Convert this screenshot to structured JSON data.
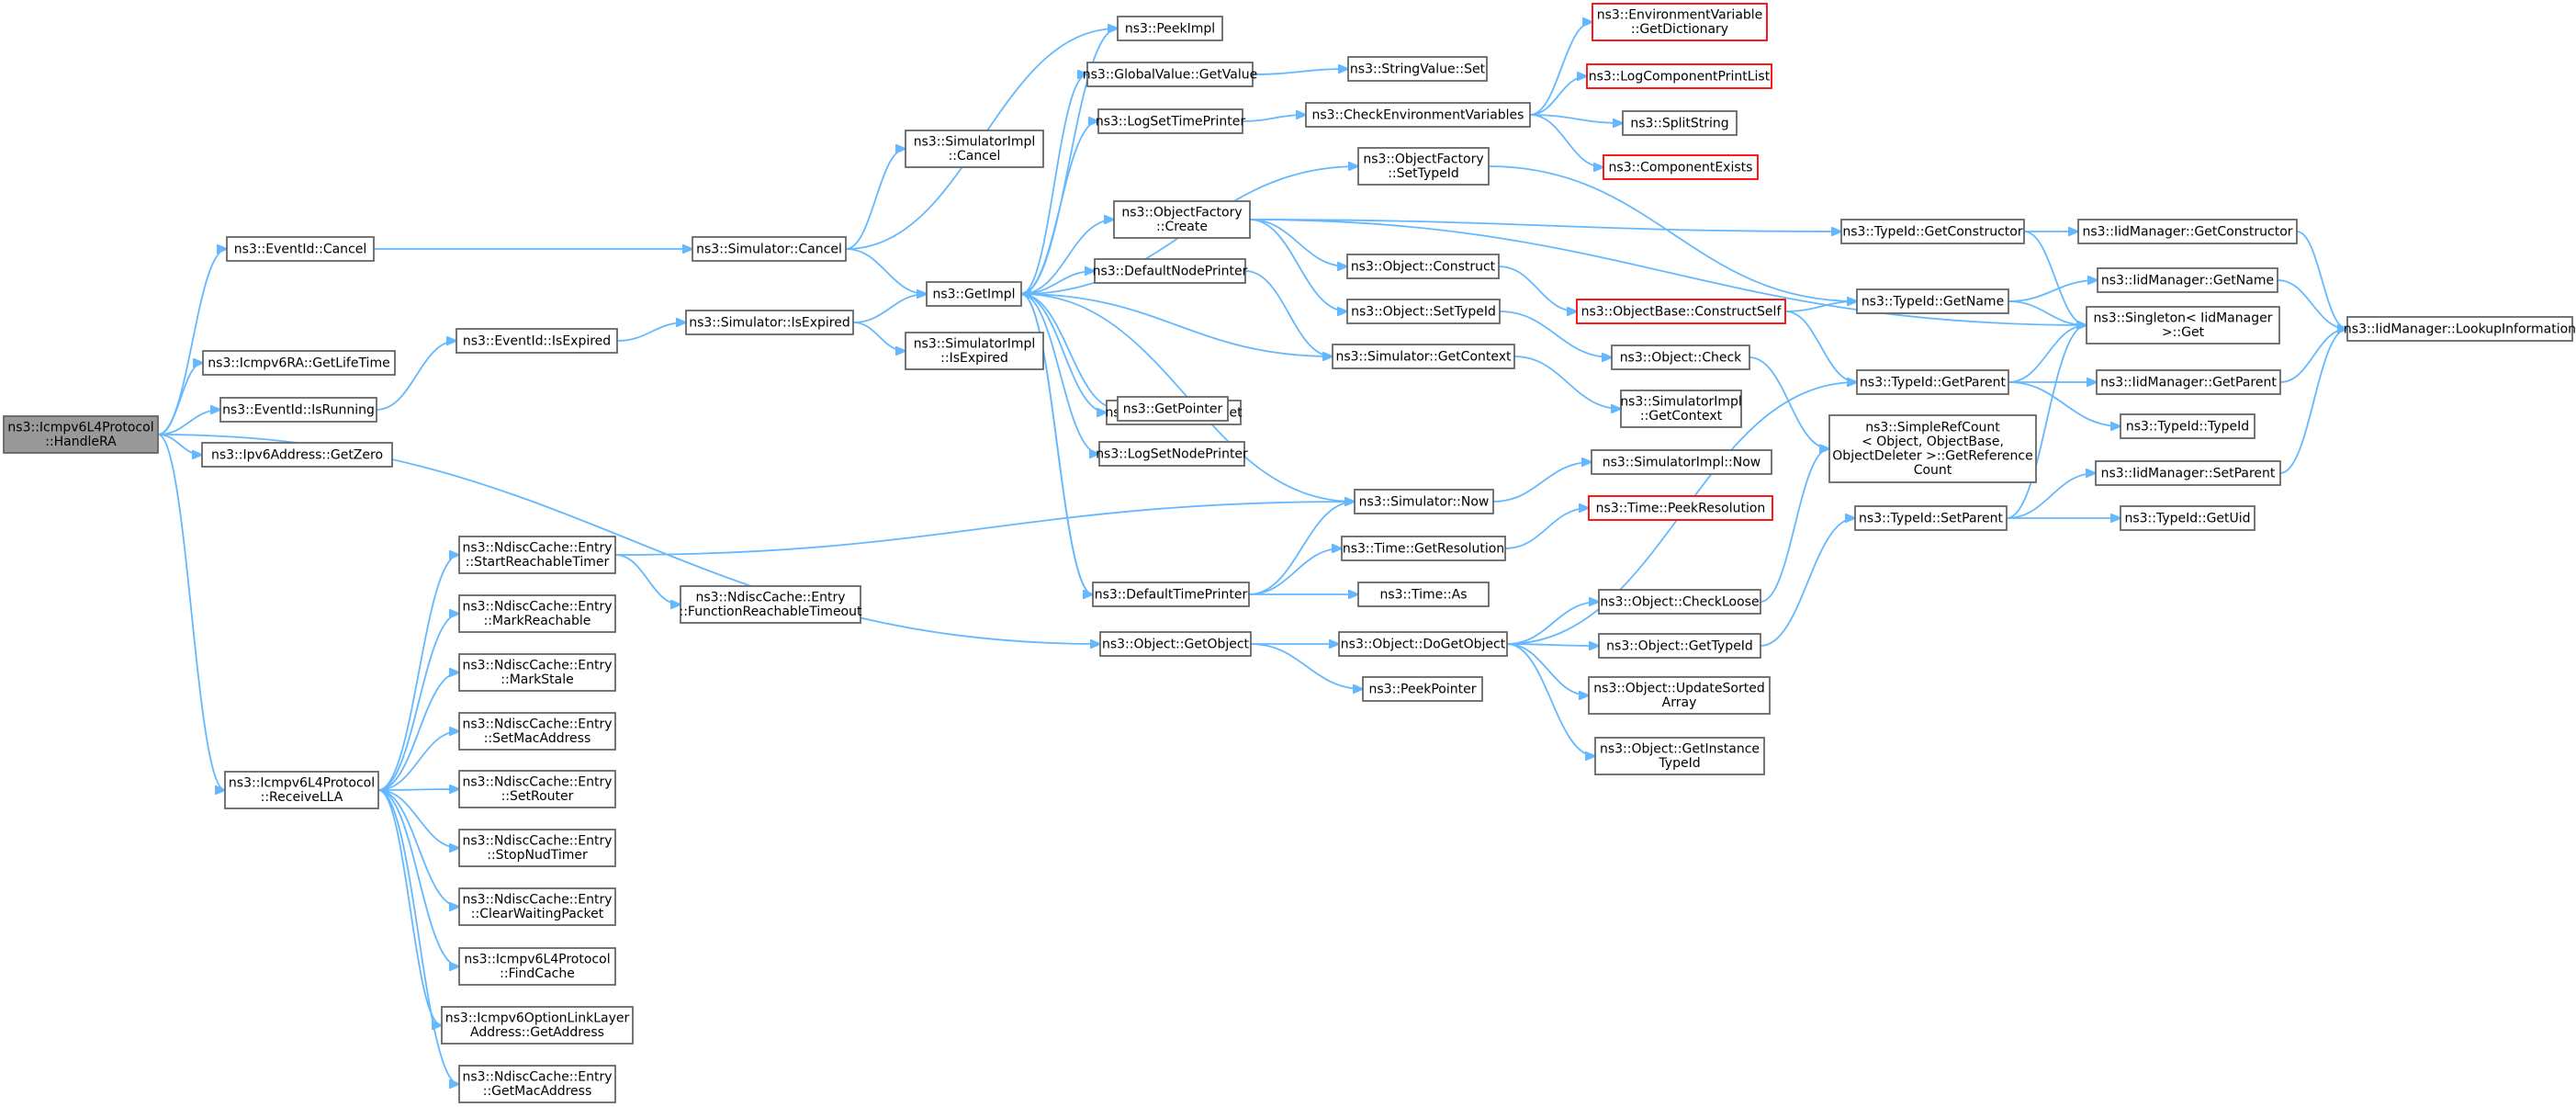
{
  "graph": {
    "edge_color": "#63b8ff",
    "root_fill": "#999999",
    "red_border": "#ff0000",
    "nodes": [
      {
        "id": "handle_ra",
        "lines": [
          "ns3::Icmpv6L4Protocol",
          "::HandleRA"
        ],
        "style": "root"
      },
      {
        "id": "eventid_cancel",
        "lines": [
          "ns3::EventId::Cancel"
        ],
        "style": "normal"
      },
      {
        "id": "ra_getlifetime",
        "lines": [
          "ns3::Icmpv6RA::GetLifeTime"
        ],
        "style": "normal"
      },
      {
        "id": "eventid_isrunning",
        "lines": [
          "ns3::EventId::IsRunning"
        ],
        "style": "normal"
      },
      {
        "id": "ipv6_getzero",
        "lines": [
          "ns3::Ipv6Address::GetZero"
        ],
        "style": "normal"
      },
      {
        "id": "receive_lla",
        "lines": [
          "ns3::Icmpv6L4Protocol",
          "::ReceiveLLA"
        ],
        "style": "normal"
      },
      {
        "id": "eventid_isexpired",
        "lines": [
          "ns3::EventId::IsExpired"
        ],
        "style": "normal"
      },
      {
        "id": "start_reachable",
        "lines": [
          "ns3::NdiscCache::Entry",
          "::StartReachableTimer"
        ],
        "style": "normal"
      },
      {
        "id": "mark_reachable",
        "lines": [
          "ns3::NdiscCache::Entry",
          "::MarkReachable"
        ],
        "style": "normal"
      },
      {
        "id": "mark_stale",
        "lines": [
          "ns3::NdiscCache::Entry",
          "::MarkStale"
        ],
        "style": "normal"
      },
      {
        "id": "set_mac",
        "lines": [
          "ns3::NdiscCache::Entry",
          "::SetMacAddress"
        ],
        "style": "normal"
      },
      {
        "id": "set_router",
        "lines": [
          "ns3::NdiscCache::Entry",
          "::SetRouter"
        ],
        "style": "normal"
      },
      {
        "id": "stop_nud",
        "lines": [
          "ns3::NdiscCache::Entry",
          "::StopNudTimer"
        ],
        "style": "normal"
      },
      {
        "id": "clear_waiting",
        "lines": [
          "ns3::NdiscCache::Entry",
          "::ClearWaitingPacket"
        ],
        "style": "normal"
      },
      {
        "id": "find_cache",
        "lines": [
          "ns3::Icmpv6L4Protocol",
          "::FindCache"
        ],
        "style": "normal"
      },
      {
        "id": "option_getaddress",
        "lines": [
          "ns3::Icmpv6OptionLinkLayer",
          "Address::GetAddress"
        ],
        "style": "normal"
      },
      {
        "id": "get_mac",
        "lines": [
          "ns3::NdiscCache::Entry",
          "::GetMacAddress"
        ],
        "style": "normal"
      },
      {
        "id": "sim_cancel",
        "lines": [
          "ns3::Simulator::Cancel"
        ],
        "style": "normal"
      },
      {
        "id": "sim_isexpired",
        "lines": [
          "ns3::Simulator::IsExpired"
        ],
        "style": "normal"
      },
      {
        "id": "reachable_timeout",
        "lines": [
          "ns3::NdiscCache::Entry",
          "::FunctionReachableTimeout"
        ],
        "style": "normal"
      },
      {
        "id": "simimpl_cancel",
        "lines": [
          "ns3::SimulatorImpl",
          "::Cancel"
        ],
        "style": "normal"
      },
      {
        "id": "get_impl",
        "lines": [
          "ns3::GetImpl"
        ],
        "style": "normal"
      },
      {
        "id": "simimpl_isexpired",
        "lines": [
          "ns3::SimulatorImpl",
          "::IsExpired"
        ],
        "style": "normal"
      },
      {
        "id": "peek_impl",
        "lines": [
          "ns3::PeekImpl"
        ],
        "style": "normal"
      },
      {
        "id": "gv_getvalue",
        "lines": [
          "ns3::GlobalValue::GetValue"
        ],
        "style": "normal"
      },
      {
        "id": "log_set_time",
        "lines": [
          "ns3::LogSetTimePrinter"
        ],
        "style": "normal"
      },
      {
        "id": "objfactory_create",
        "lines": [
          "ns3::ObjectFactory",
          "::Create"
        ],
        "style": "normal"
      },
      {
        "id": "default_node_printer",
        "lines": [
          "ns3::DefaultNodePrinter"
        ],
        "style": "normal"
      },
      {
        "id": "stringvalue_get",
        "lines": [
          "ns3::StringValue::Get"
        ],
        "style": "normal"
      },
      {
        "id": "get_pointer",
        "lines": [
          "ns3::GetPointer"
        ],
        "style": "normal"
      },
      {
        "id": "log_set_node",
        "lines": [
          "ns3::LogSetNodePrinter"
        ],
        "style": "normal"
      },
      {
        "id": "default_time_printer",
        "lines": [
          "ns3::DefaultTimePrinter"
        ],
        "style": "normal"
      },
      {
        "id": "object_getobject",
        "lines": [
          "ns3::Object::GetObject"
        ],
        "style": "normal"
      },
      {
        "id": "stringvalue_set",
        "lines": [
          "ns3::StringValue::Set"
        ],
        "style": "normal"
      },
      {
        "id": "check_env",
        "lines": [
          "ns3::CheckEnvironmentVariables"
        ],
        "style": "normal"
      },
      {
        "id": "objfactory_settypeid",
        "lines": [
          "ns3::ObjectFactory",
          "::SetTypeId"
        ],
        "style": "normal"
      },
      {
        "id": "object_construct",
        "lines": [
          "ns3::Object::Construct"
        ],
        "style": "normal"
      },
      {
        "id": "object_settypeid",
        "lines": [
          "ns3::Object::SetTypeId"
        ],
        "style": "normal"
      },
      {
        "id": "sim_getcontext",
        "lines": [
          "ns3::Simulator::GetContext"
        ],
        "style": "normal"
      },
      {
        "id": "sim_now",
        "lines": [
          "ns3::Simulator::Now"
        ],
        "style": "normal"
      },
      {
        "id": "time_getres",
        "lines": [
          "ns3::Time::GetResolution"
        ],
        "style": "normal"
      },
      {
        "id": "time_as",
        "lines": [
          "ns3::Time::As"
        ],
        "style": "normal"
      },
      {
        "id": "object_dogetobject",
        "lines": [
          "ns3::Object::DoGetObject"
        ],
        "style": "normal"
      },
      {
        "id": "peek_pointer",
        "lines": [
          "ns3::PeekPointer"
        ],
        "style": "normal"
      },
      {
        "id": "env_getdict",
        "lines": [
          "ns3::EnvironmentVariable",
          "::GetDictionary"
        ],
        "style": "red"
      },
      {
        "id": "logcomp_printlist",
        "lines": [
          "ns3::LogComponentPrintList"
        ],
        "style": "red"
      },
      {
        "id": "split_string",
        "lines": [
          "ns3::SplitString"
        ],
        "style": "normal"
      },
      {
        "id": "component_exists",
        "lines": [
          "ns3::ComponentExists"
        ],
        "style": "red"
      },
      {
        "id": "objectbase_constructself",
        "lines": [
          "ns3::ObjectBase::ConstructSelf"
        ],
        "style": "red"
      },
      {
        "id": "object_check",
        "lines": [
          "ns3::Object::Check"
        ],
        "style": "normal"
      },
      {
        "id": "simimpl_getcontext",
        "lines": [
          "ns3::SimulatorImpl",
          "::GetContext"
        ],
        "style": "normal"
      },
      {
        "id": "simimpl_now",
        "lines": [
          "ns3::SimulatorImpl::Now"
        ],
        "style": "normal"
      },
      {
        "id": "time_peekres",
        "lines": [
          "ns3::Time::PeekResolution"
        ],
        "style": "red"
      },
      {
        "id": "object_checkloose",
        "lines": [
          "ns3::Object::CheckLoose"
        ],
        "style": "normal"
      },
      {
        "id": "object_gettypeid",
        "lines": [
          "ns3::Object::GetTypeId"
        ],
        "style": "normal"
      },
      {
        "id": "object_updatesorted",
        "lines": [
          "ns3::Object::UpdateSorted",
          "Array"
        ],
        "style": "normal"
      },
      {
        "id": "object_getinstance",
        "lines": [
          "ns3::Object::GetInstance",
          "TypeId"
        ],
        "style": "normal"
      },
      {
        "id": "typeid_getconstructor",
        "lines": [
          "ns3::TypeId::GetConstructor"
        ],
        "style": "normal"
      },
      {
        "id": "typeid_getname",
        "lines": [
          "ns3::TypeId::GetName"
        ],
        "style": "normal"
      },
      {
        "id": "typeid_getparent",
        "lines": [
          "ns3::TypeId::GetParent"
        ],
        "style": "normal"
      },
      {
        "id": "simplerefcount",
        "lines": [
          "ns3::SimpleRefCount",
          "< Object, ObjectBase,",
          " ObjectDeleter >::GetReference",
          "Count"
        ],
        "style": "normal"
      },
      {
        "id": "typeid_setparent",
        "lines": [
          "ns3::TypeId::SetParent"
        ],
        "style": "normal"
      },
      {
        "id": "iid_getconstructor",
        "lines": [
          "ns3::IidManager::GetConstructor"
        ],
        "style": "normal"
      },
      {
        "id": "iid_getname",
        "lines": [
          "ns3::IidManager::GetName"
        ],
        "style": "normal"
      },
      {
        "id": "singleton_get",
        "lines": [
          "ns3::Singleton< IidManager",
          " >::Get"
        ],
        "style": "normal"
      },
      {
        "id": "iid_getparent",
        "lines": [
          "ns3::IidManager::GetParent"
        ],
        "style": "normal"
      },
      {
        "id": "typeid_typeid",
        "lines": [
          "ns3::TypeId::TypeId"
        ],
        "style": "normal"
      },
      {
        "id": "iid_setparent",
        "lines": [
          "ns3::IidManager::SetParent"
        ],
        "style": "normal"
      },
      {
        "id": "typeid_getuid",
        "lines": [
          "ns3::TypeId::GetUid"
        ],
        "style": "normal"
      },
      {
        "id": "iid_lookup",
        "lines": [
          "ns3::IidManager::LookupInformation"
        ],
        "style": "normal"
      }
    ],
    "edges": [
      [
        "handle_ra",
        "eventid_cancel"
      ],
      [
        "handle_ra",
        "ra_getlifetime"
      ],
      [
        "handle_ra",
        "eventid_isrunning"
      ],
      [
        "handle_ra",
        "ipv6_getzero"
      ],
      [
        "handle_ra",
        "object_getobject"
      ],
      [
        "handle_ra",
        "receive_lla"
      ],
      [
        "eventid_cancel",
        "sim_cancel"
      ],
      [
        "eventid_isrunning",
        "eventid_isexpired"
      ],
      [
        "eventid_isexpired",
        "sim_isexpired"
      ],
      [
        "sim_cancel",
        "simimpl_cancel"
      ],
      [
        "sim_cancel",
        "peek_impl"
      ],
      [
        "sim_cancel",
        "get_impl"
      ],
      [
        "sim_isexpired",
        "get_impl"
      ],
      [
        "sim_isexpired",
        "simimpl_isexpired"
      ],
      [
        "receive_lla",
        "start_reachable"
      ],
      [
        "receive_lla",
        "mark_reachable"
      ],
      [
        "receive_lla",
        "mark_stale"
      ],
      [
        "receive_lla",
        "set_mac"
      ],
      [
        "receive_lla",
        "set_router"
      ],
      [
        "receive_lla",
        "stop_nud"
      ],
      [
        "receive_lla",
        "clear_waiting"
      ],
      [
        "receive_lla",
        "find_cache"
      ],
      [
        "receive_lla",
        "option_getaddress"
      ],
      [
        "receive_lla",
        "get_mac"
      ],
      [
        "start_reachable",
        "reachable_timeout"
      ],
      [
        "start_reachable",
        "sim_now"
      ],
      [
        "get_impl",
        "peek_impl"
      ],
      [
        "get_impl",
        "gv_getvalue"
      ],
      [
        "get_impl",
        "log_set_time"
      ],
      [
        "get_impl",
        "objfactory_settypeid"
      ],
      [
        "get_impl",
        "objfactory_create"
      ],
      [
        "get_impl",
        "default_node_printer"
      ],
      [
        "get_impl",
        "stringvalue_get"
      ],
      [
        "get_impl",
        "get_pointer"
      ],
      [
        "get_impl",
        "log_set_node"
      ],
      [
        "get_impl",
        "default_time_printer"
      ],
      [
        "sim_getcontext",
        "get_impl"
      ],
      [
        "sim_now",
        "get_impl"
      ],
      [
        "default_time_printer",
        "get_impl"
      ],
      [
        "gv_getvalue",
        "stringvalue_set"
      ],
      [
        "log_set_time",
        "check_env"
      ],
      [
        "check_env",
        "env_getdict"
      ],
      [
        "check_env",
        "logcomp_printlist"
      ],
      [
        "check_env",
        "split_string"
      ],
      [
        "check_env",
        "component_exists"
      ],
      [
        "objfactory_create",
        "object_construct"
      ],
      [
        "objfactory_create",
        "object_settypeid"
      ],
      [
        "objfactory_create",
        "typeid_getconstructor"
      ],
      [
        "objfactory_create",
        "singleton_get"
      ],
      [
        "objfactory_settypeid",
        "typeid_getname"
      ],
      [
        "default_node_printer",
        "sim_getcontext"
      ],
      [
        "object_construct",
        "objectbase_constructself"
      ],
      [
        "object_settypeid",
        "object_check"
      ],
      [
        "objectbase_constructself",
        "typeid_getname"
      ],
      [
        "objectbase_constructself",
        "typeid_getparent"
      ],
      [
        "object_check",
        "simplerefcount"
      ],
      [
        "sim_getcontext",
        "simimpl_getcontext"
      ],
      [
        "sim_now",
        "simimpl_now"
      ],
      [
        "default_time_printer",
        "sim_now"
      ],
      [
        "default_time_printer",
        "time_getres"
      ],
      [
        "default_time_printer",
        "time_as"
      ],
      [
        "time_getres",
        "time_peekres"
      ],
      [
        "object_getobject",
        "object_dogetobject"
      ],
      [
        "object_getobject",
        "peek_pointer"
      ],
      [
        "object_dogetobject",
        "typeid_getparent"
      ],
      [
        "object_dogetobject",
        "object_checkloose"
      ],
      [
        "object_dogetobject",
        "object_gettypeid"
      ],
      [
        "object_dogetobject",
        "object_updatesorted"
      ],
      [
        "object_dogetobject",
        "object_getinstance"
      ],
      [
        "object_checkloose",
        "simplerefcount"
      ],
      [
        "object_gettypeid",
        "typeid_setparent"
      ],
      [
        "typeid_getconstructor",
        "iid_getconstructor"
      ],
      [
        "typeid_getconstructor",
        "singleton_get"
      ],
      [
        "typeid_getname",
        "iid_getname"
      ],
      [
        "typeid_getname",
        "singleton_get"
      ],
      [
        "typeid_getparent",
        "singleton_get"
      ],
      [
        "typeid_getparent",
        "iid_getparent"
      ],
      [
        "typeid_getparent",
        "typeid_typeid"
      ],
      [
        "typeid_setparent",
        "singleton_get"
      ],
      [
        "typeid_setparent",
        "iid_setparent"
      ],
      [
        "typeid_setparent",
        "typeid_getuid"
      ],
      [
        "iid_getconstructor",
        "iid_lookup"
      ],
      [
        "iid_getname",
        "iid_lookup"
      ],
      [
        "iid_getparent",
        "iid_lookup"
      ],
      [
        "iid_setparent",
        "iid_lookup"
      ]
    ]
  }
}
